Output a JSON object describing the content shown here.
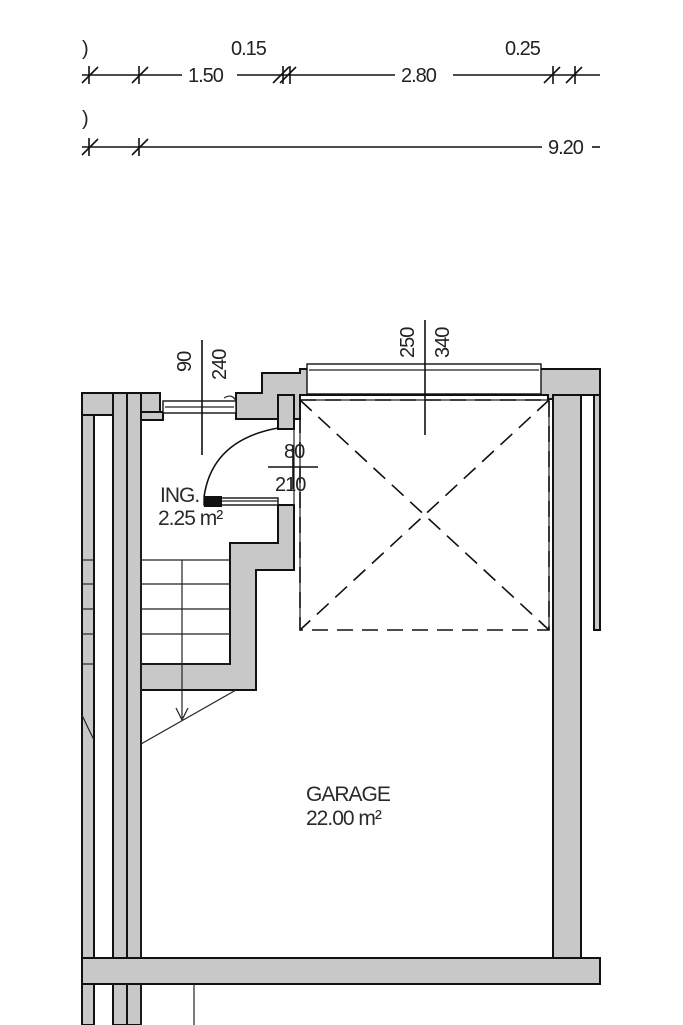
{
  "dimensions_top": {
    "row1_upper": [
      "0.15",
      "0.25"
    ],
    "row1_lower": [
      "1.50",
      "2.80"
    ],
    "row2": "9.20"
  },
  "openings": {
    "entry_window": {
      "sill": "90",
      "height": "240"
    },
    "garage_door": {
      "sill": "250",
      "height": "340"
    },
    "entry_door": {
      "width": "80",
      "height": "210"
    }
  },
  "rooms": {
    "entry": {
      "name": "ING.",
      "area": "2.25 m²"
    },
    "garage": {
      "name": "GARAGE",
      "area": "22.00 m²"
    }
  }
}
